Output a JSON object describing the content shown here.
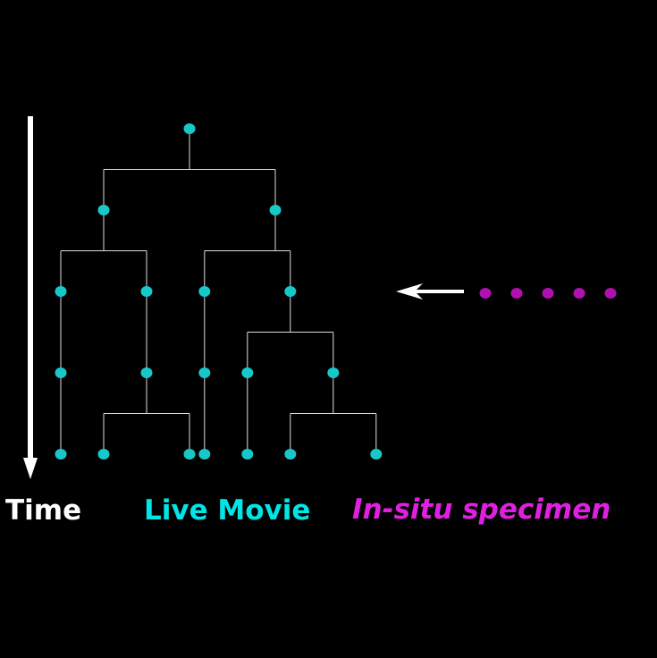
{
  "labels": {
    "time": "Time",
    "live_movie": "Live Movie",
    "in_situ": "In-situ specimen"
  },
  "colors": {
    "background": "#000000",
    "time": "#ffffff",
    "live_movie": "#00e5e5",
    "in_situ": "#e020e0",
    "live_node": "#18c8c8",
    "in_situ_node": "#b010b0",
    "branch": "#dddddd",
    "arrow": "#ffffff"
  },
  "icons": {
    "time_arrow": "down-arrow-icon",
    "compare_arrow": "left-arrow-icon"
  },
  "tree": {
    "generations": 5,
    "nodes": [
      {
        "id": "n0",
        "gen": 0,
        "col": 3
      },
      {
        "id": "n1",
        "gen": 1,
        "col": 1
      },
      {
        "id": "n2",
        "gen": 1,
        "col": 5
      },
      {
        "id": "n3",
        "gen": 2,
        "col": 0
      },
      {
        "id": "n4",
        "gen": 2,
        "col": 2
      },
      {
        "id": "n5",
        "gen": 2,
        "col": 3.35
      },
      {
        "id": "n6",
        "gen": 2,
        "col": 5.35
      },
      {
        "id": "n7",
        "gen": 3,
        "col": 0
      },
      {
        "id": "n8",
        "gen": 3,
        "col": 2
      },
      {
        "id": "n9",
        "gen": 3,
        "col": 3.35
      },
      {
        "id": "n10",
        "gen": 3,
        "col": 4.35
      },
      {
        "id": "n11",
        "gen": 3,
        "col": 6.35
      },
      {
        "id": "n12",
        "gen": 4,
        "col": 0
      },
      {
        "id": "n13",
        "gen": 4,
        "col": 1
      },
      {
        "id": "n14",
        "gen": 4,
        "col": 3
      },
      {
        "id": "n15",
        "gen": 4,
        "col": 3.35
      },
      {
        "id": "n16",
        "gen": 4,
        "col": 4.35
      },
      {
        "id": "n17",
        "gen": 4,
        "col": 5.35
      },
      {
        "id": "n18",
        "gen": 4,
        "col": 7.35
      }
    ],
    "edges": [
      {
        "parent": "n0",
        "children": [
          "n1",
          "n2"
        ]
      },
      {
        "parent": "n1",
        "children": [
          "n3",
          "n4"
        ]
      },
      {
        "parent": "n2",
        "children": [
          "n5",
          "n6"
        ]
      },
      {
        "parent": "n3",
        "children": [
          "n7"
        ]
      },
      {
        "parent": "n4",
        "children": [
          "n8"
        ]
      },
      {
        "parent": "n5",
        "children": [
          "n9"
        ]
      },
      {
        "parent": "n6",
        "children": [
          "n10",
          "n11"
        ]
      },
      {
        "parent": "n7",
        "children": [
          "n12"
        ]
      },
      {
        "parent": "n8",
        "children": [
          "n13",
          "n14"
        ]
      },
      {
        "parent": "n9",
        "children": [
          "n15"
        ]
      },
      {
        "parent": "n10",
        "children": [
          "n16"
        ]
      },
      {
        "parent": "n11",
        "children": [
          "n17",
          "n18"
        ]
      }
    ]
  },
  "in_situ_samples": {
    "count": 5,
    "generation": 2
  }
}
